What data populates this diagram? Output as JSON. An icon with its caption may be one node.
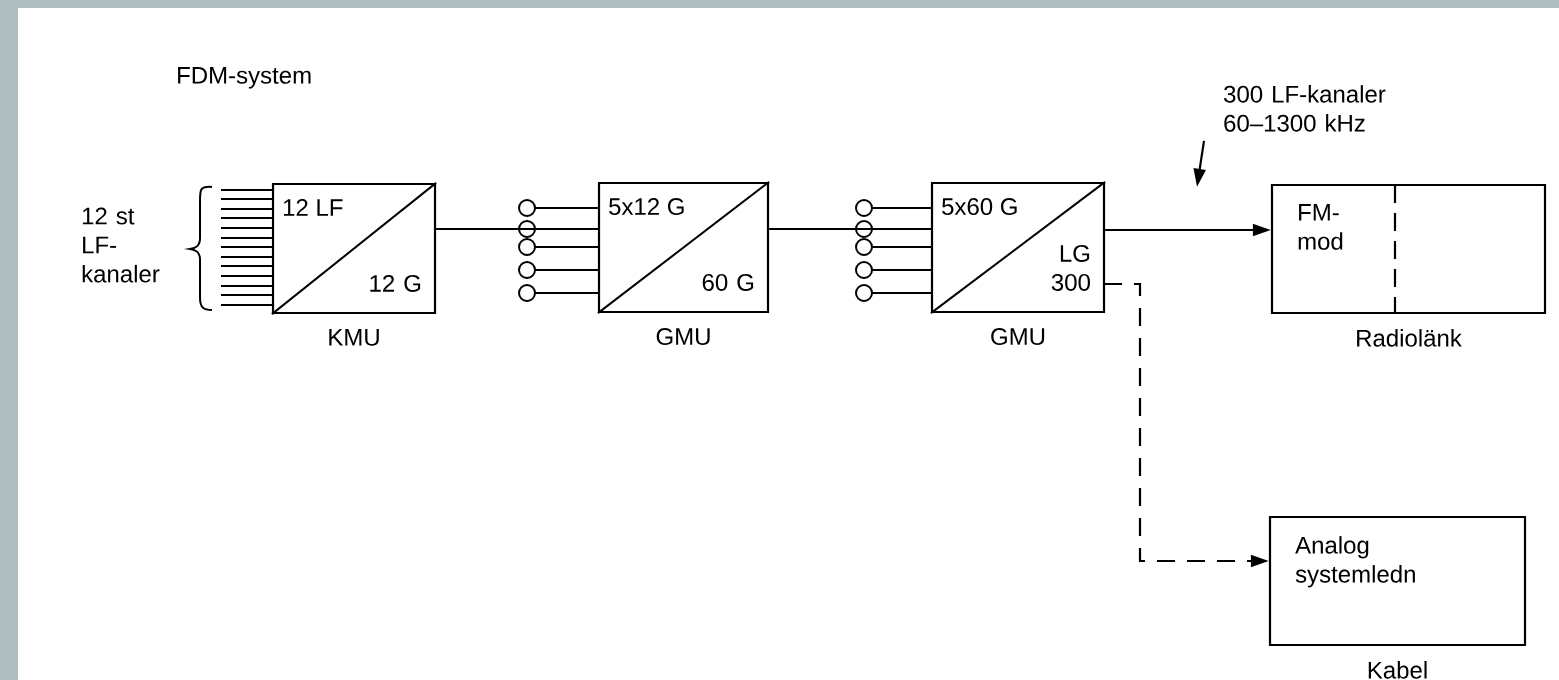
{
  "diagram": {
    "title": "FDM-system",
    "nodes": [
      {
        "text": [
          "12 LF",
          "12 G"
        ],
        "beside": [
          "KMU"
        ]
      },
      {
        "text": [
          "5x12 G",
          "60 G"
        ],
        "beside": [
          "GMU"
        ]
      },
      {
        "text": [
          "5x60 G",
          "LG 300"
        ],
        "beside": [
          "GMU"
        ]
      },
      {
        "text": [
          "FM- mod"
        ],
        "beside": [
          "Radiolänk"
        ]
      },
      {
        "text": [
          "Analog systemledn"
        ],
        "beside": [
          "Kabel"
        ]
      },
      {
        "text": [
          "300 LF-kanaler 60–1300 kHz"
        ]
      }
    ],
    "edges": [
      {
        "from": 0,
        "to": 1,
        "arrow": "none"
      },
      {
        "from": 1,
        "to": 2,
        "arrow": "none"
      },
      {
        "from": 2,
        "to": 3,
        "arrow": "to"
      },
      {
        "from": 2,
        "to": 4,
        "arrow": "to",
        "style": "dashed"
      },
      {
        "from": 5,
        "to": null,
        "arrow": "to"
      }
    ],
    "labels": [
      "12 st LF- kanaler"
    ]
  }
}
